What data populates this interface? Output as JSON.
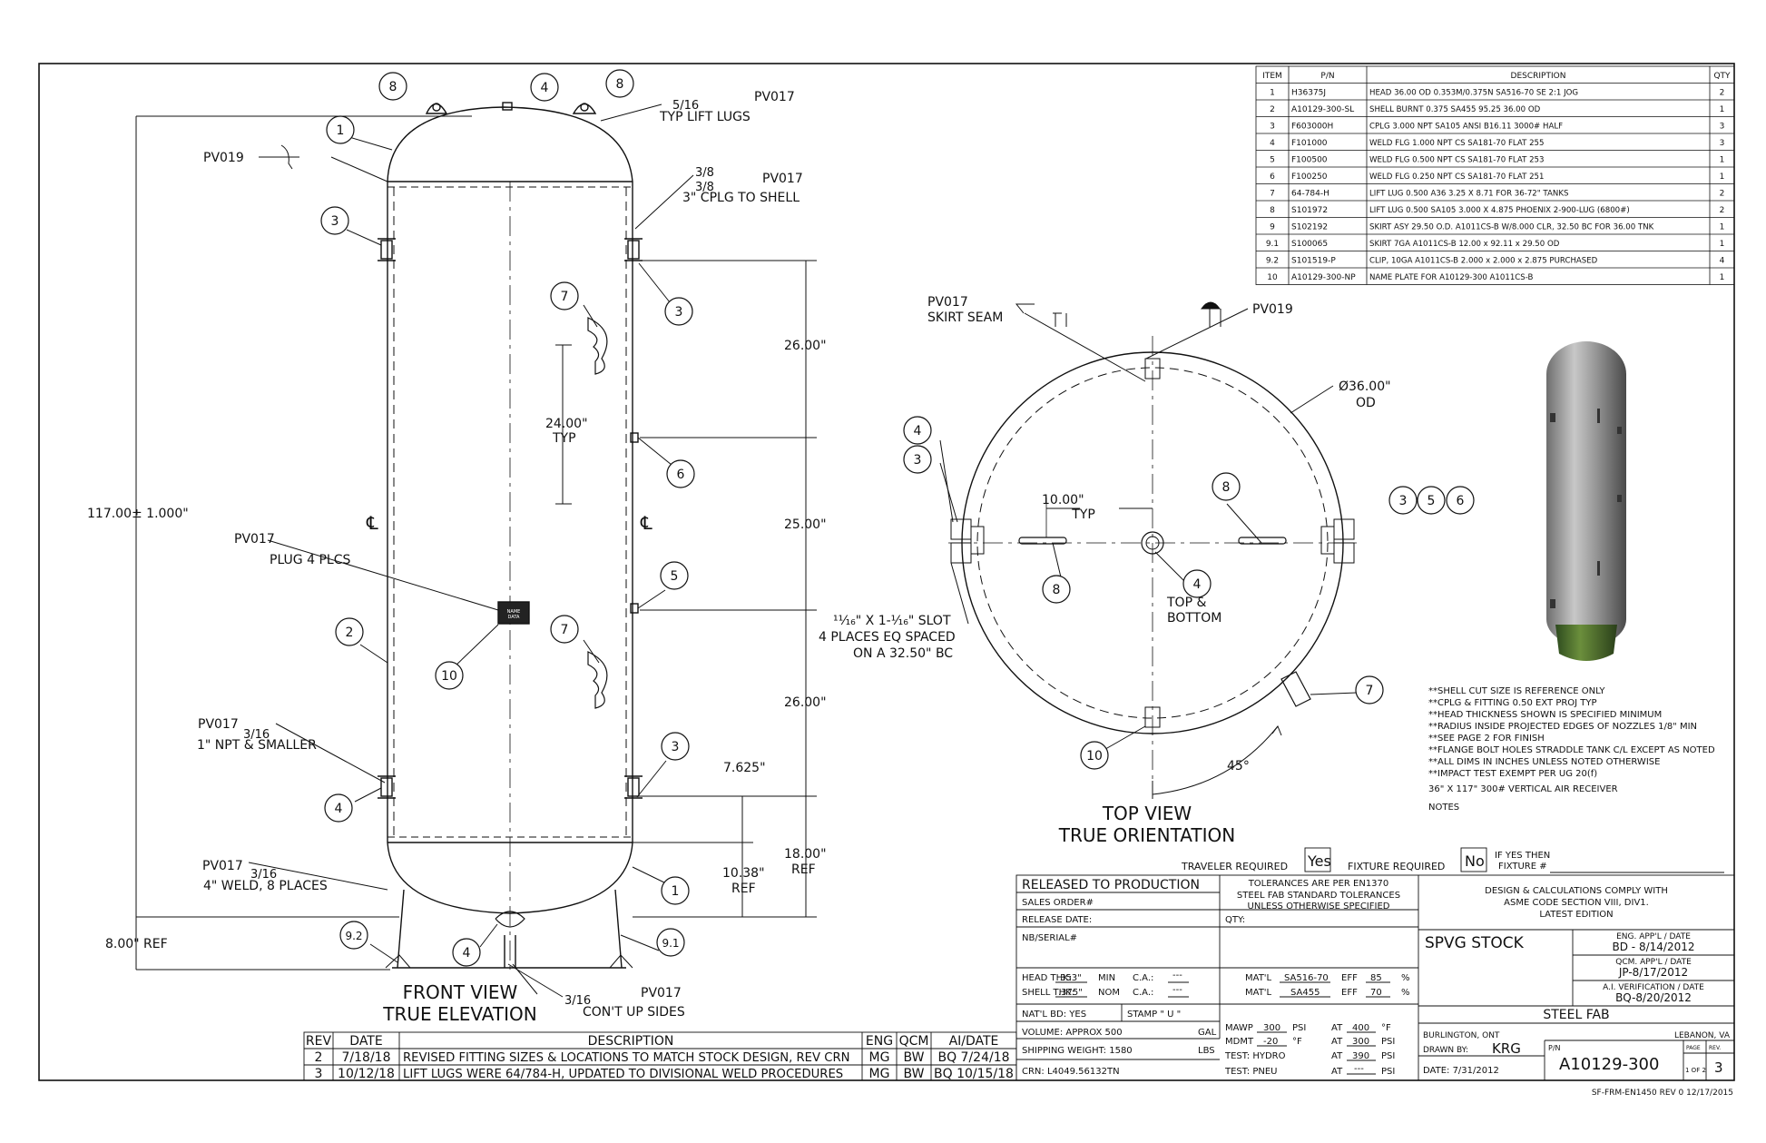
{
  "bom": {
    "headers": [
      "ITEM",
      "P/N",
      "DESCRIPTION",
      "QTY"
    ],
    "rows": [
      [
        "1",
        "H36375J",
        "HEAD 36.00 OD 0.353M/0.375N SA516-70 SE 2:1 JOG",
        "2"
      ],
      [
        "2",
        "A10129-300-SL",
        "SHELL BURNT 0.375 SA455 95.25 36.00 OD",
        "1"
      ],
      [
        "3",
        "F603000H",
        "CPLG 3.000 NPT SA105 ANSI B16.11 3000# HALF",
        "3"
      ],
      [
        "4",
        "F101000",
        "WELD FLG 1.000 NPT CS SA181-70 FLAT 255",
        "3"
      ],
      [
        "5",
        "F100500",
        "WELD FLG 0.500 NPT CS SA181-70 FLAT 253",
        "1"
      ],
      [
        "6",
        "F100250",
        "WELD FLG 0.250 NPT CS SA181-70 FLAT 251",
        "1"
      ],
      [
        "7",
        "64-784-H",
        "LIFT LUG 0.500 A36 3.25 X 8.71 FOR 36-72\" TANKS",
        "2"
      ],
      [
        "8",
        "S101972",
        "LIFT LUG 0.500 SA105 3.000 X 4.875 PHOENIX 2-900-LUG (6800#)",
        "2"
      ],
      [
        "9",
        "S102192",
        "SKIRT ASY 29.50 O.D. A1011CS-B W/8.000 CLR, 32.50 BC FOR 36.00 TNK",
        "1"
      ],
      [
        "9.1",
        "S100065",
        "SKIRT 7GA A1011CS-B 12.00 x 92.11 x 29.50 OD",
        "1"
      ],
      [
        "9.2",
        "S101519-P",
        "CLIP, 10GA A1011CS-B 2.000 x 2.000 x 2.875 PURCHASED",
        "4"
      ],
      [
        "10",
        "A10129-300-NP",
        "NAME PLATE FOR A10129-300 A1011CS-B",
        "1"
      ]
    ]
  },
  "front": {
    "title": "FRONT VIEW",
    "subtitle": "TRUE ELEVATION",
    "overall_dim": "117.00± 1.000\"",
    "skirt_dim": "8.00\" REF",
    "dims": [
      "26.00\"",
      "25.00\"",
      "26.00\"",
      "18.00\"",
      "REF",
      "7.625\"",
      "10.38\"",
      "REF",
      "24.00\"",
      "TYP"
    ],
    "notes": {
      "lift_lug_weld": "5/16",
      "lift_lug_label": "TYP LIFT LUGS",
      "cplg_weld_a": "3/8",
      "cplg_weld_b": "3/8",
      "cplg_label": "3\" CPLG TO SHELL",
      "plug_label": "PLUG 4 PLCS",
      "npt_weld": "3/16",
      "npt_label": "1\" NPT & SMALLER",
      "weld_fillet": "3/16",
      "weld_label": "4\" WELD, 8 PLACES",
      "cont_weld": "3/16",
      "cont_label": "CON'T UP SIDES",
      "pv017": "PV017",
      "pv019": "PV019",
      "centerline": "℄"
    },
    "balloons": [
      "8",
      "4",
      "8",
      "1",
      "3",
      "3",
      "7",
      "6",
      "5",
      "7",
      "10",
      "2",
      "4",
      "3",
      "1",
      "9.2",
      "4",
      "9.1"
    ],
    "nameplate": "NAME DATA PLATE"
  },
  "top": {
    "title": "TOP VIEW",
    "subtitle": "TRUE ORIENTATION",
    "skirt_seam_a": "PV017",
    "skirt_seam_b": "SKIRT SEAM",
    "pv019": "PV019",
    "od_a": "Ø36.00\"",
    "od_b": "OD",
    "typ_a": "10.00\"",
    "typ_b": "TYP",
    "topbottom_a": "TOP &",
    "topbottom_b": "BOTTOM",
    "slot_a": "¹¹⁄₁₆\" X 1-¹⁄₁₆\" SLOT",
    "slot_b": "4 PLACES EQ SPACED",
    "slot_c": "ON A 32.50\" BC",
    "angle": "45°",
    "balloons": [
      "4",
      "3",
      "8",
      "3",
      "5",
      "6",
      "8",
      "4",
      "7",
      "10"
    ]
  },
  "notes": [
    "**SHELL CUT SIZE IS REFERENCE ONLY",
    "**CPLG & FITTING 0.50 EXT PROJ TYP",
    "**HEAD THICKNESS SHOWN IS SPECIFIED MINIMUM",
    "**RADIUS INSIDE PROJECTED EDGES OF NOZZLES 1/8\" MIN",
    "**SEE PAGE 2 FOR FINISH",
    "**FLANGE BOLT HOLES STRADDLE TANK C/L EXCEPT AS NOTED",
    "**ALL DIMS IN INCHES UNLESS NOTED OTHERWISE",
    "**IMPACT TEST EXEMPT PER UG 20(f)",
    "36\" X 117\" 300# VERTICAL AIR RECEIVER",
    "NOTES"
  ],
  "traveler": {
    "traveler_req": "TRAVELER REQUIRED",
    "traveler_val": "Yes",
    "fixture_req": "FIXTURE REQUIRED",
    "fixture_val": "No",
    "ifyes_a": "IF YES THEN",
    "ifyes_b": "FIXTURE #"
  },
  "title_block": {
    "released": "RELEASED TO PRODUCTION",
    "sales_order": "SALES ORDER#",
    "release_date": "RELEASE DATE:",
    "nb_serial": "NB/SERIAL#",
    "tolerances": [
      "TOLERANCES ARE PER EN1370",
      "STEEL FAB STANDARD TOLERANCES",
      "UNLESS OTHERWISE SPECIFIED"
    ],
    "qty": "QTY:",
    "asme": [
      "DESIGN & CALCULATIONS COMPLY WITH",
      "ASME CODE SECTION VIII, DIV1.",
      "LATEST EDITION"
    ],
    "spvg": "SPVG STOCK",
    "eng_label": "ENG. APP'L / DATE",
    "eng_val": "BD - 8/14/2012",
    "qcm_label": "QCM. APP'L / DATE",
    "qcm_val": "JP-8/17/2012",
    "ai_label": "A.I. VERIFICATION / DATE",
    "ai_val": "BQ-8/20/2012",
    "head_thk_label": "HEAD THK:",
    "head_thk": "353\"",
    "min": "MIN",
    "ca": "C.A.:",
    "ca_val": "---",
    "matl": "MAT'L",
    "head_matl": "SA516-70",
    "eff": "EFF",
    "head_eff": "85",
    "pct": "%",
    "shell_thk_label": "SHELL THK:",
    "shell_thk": ".375\"",
    "nom": "NOM",
    "shell_matl": "SA455",
    "shell_eff": "70",
    "natl_bd": "NAT'L BD: YES",
    "stamp": "STAMP \"  U  \"",
    "steel_fab": "STEEL FAB",
    "volume": "VOLUME:   APPROX 500",
    "gal": "GAL",
    "ship_wt": "SHIPPING WEIGHT:   1580",
    "lbs": "LBS",
    "crn": "CRN:  L4049.56132TN",
    "mawp": "MAWP",
    "mawp_val": "300",
    "psi": "PSI",
    "at": "AT",
    "mawp_at": "400",
    "degf": "°F",
    "mdmt": "MDMT",
    "mdmt_val": "-20",
    "mdmt_at": "300",
    "test_hydro": "TEST:  HYDRO",
    "hydro_at": "390",
    "test_pneu": "TEST:  PNEU",
    "pneu_at": "---",
    "burlington": "BURLINGTON, ONT",
    "lebanon": "LEBANON, VA",
    "drawn_by": "DRAWN BY:",
    "drawn_val": "KRG",
    "pn_label": "P/N",
    "pn_val": "A10129-300",
    "date_label": "DATE: 7/31/2012",
    "page_label": "PAGE",
    "page_val": "1 OF 2",
    "rev_label": "REV.",
    "rev_val": "3",
    "form": "SF-FRM-EN1450  REV 0 12/17/2015"
  },
  "revisions": {
    "headers": [
      "REV",
      "DATE",
      "DESCRIPTION",
      "ENG",
      "QCM",
      "AI/DATE"
    ],
    "rows": [
      [
        "2",
        "7/18/18",
        "REVISED FITTING SIZES & LOCATIONS TO MATCH STOCK DESIGN, REV CRN",
        "MG",
        "BW",
        "BQ 7/24/18"
      ],
      [
        "3",
        "10/12/18",
        "LIFT LUGS WERE 64/784-H, UPDATED TO DIVISIONAL WELD PROCEDURES",
        "MG",
        "BW",
        "BQ 10/15/18"
      ]
    ]
  }
}
